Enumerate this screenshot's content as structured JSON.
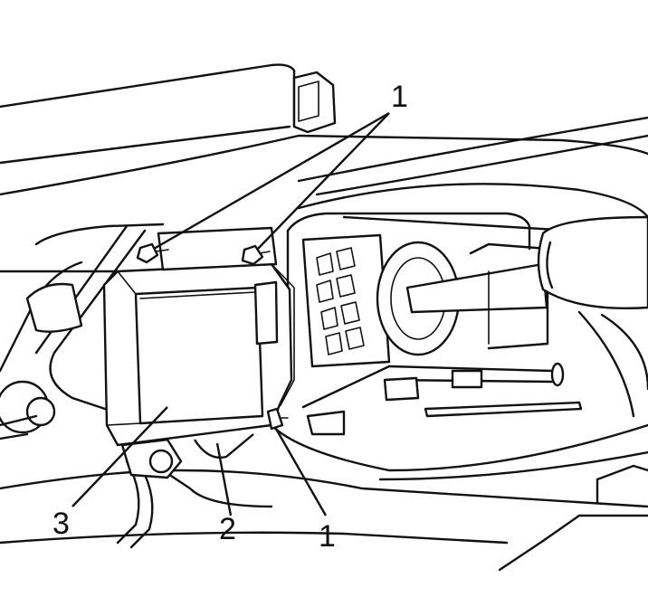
{
  "callouts": [
    {
      "id": "bolt-top",
      "label": "1"
    },
    {
      "id": "bolt-side",
      "label": "1"
    },
    {
      "id": "bracket",
      "label": "2"
    },
    {
      "id": "module",
      "label": "3"
    }
  ]
}
